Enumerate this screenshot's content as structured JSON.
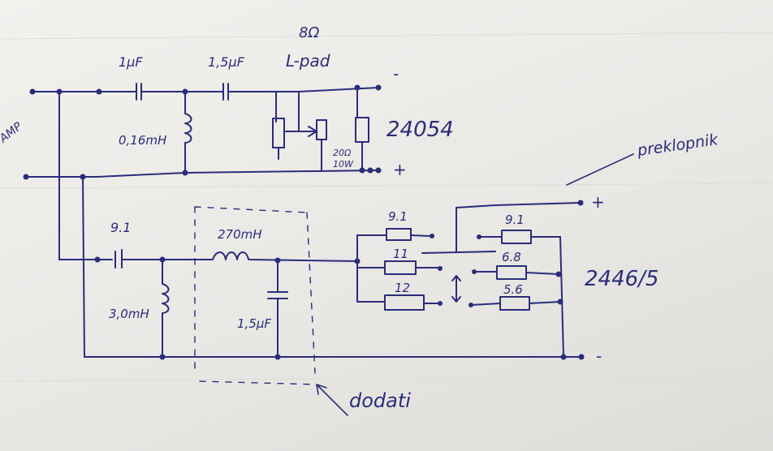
{
  "labels": {
    "amp": "AMP",
    "cap_1uf": "1μF",
    "cap_15uf_top": "1,5μF",
    "impedance": "8Ω",
    "lpad": "L-pad",
    "ind_016": "0,16mH",
    "tweeter_model": "24054",
    "res_20": "20Ω",
    "res_20_power": "10W",
    "minus_top": "-",
    "plus_top": "+",
    "switch_label": "preklopnik",
    "plus_right": "+",
    "res_91_mid": "9.1",
    "res_91_left": "9.1",
    "res_11": "11",
    "res_12": "12",
    "res_91_right": "9.1",
    "res_68": "6.8",
    "res_56": "5.6",
    "ind_270": "270mH",
    "cap_15uf_bot": "1,5μF",
    "ind_30": "3,0mH",
    "woofer_model": "2446/5",
    "minus_bottom": "-",
    "dodati": "dodati"
  },
  "colors": {
    "ink": "#2b2c7a",
    "paper": "#ecebe8"
  }
}
